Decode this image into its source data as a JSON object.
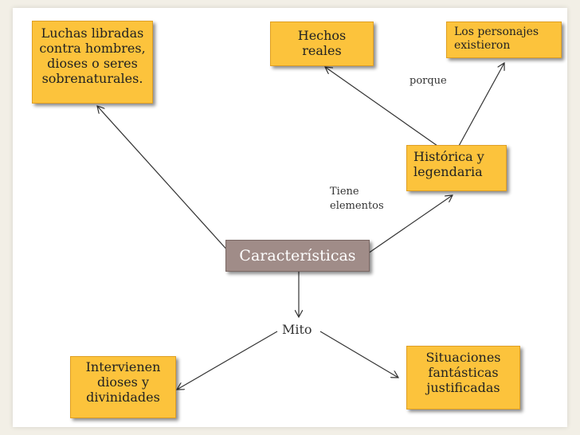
{
  "nodes": {
    "luchas": "Luchas libradas contra hombres, dioses o seres sobrenaturales.",
    "hechos": "Hechos reales",
    "personajes": "Los personajes existieron",
    "historica": "Histórica y legendaria",
    "caracteristicas": "Características",
    "mito": "Mito",
    "intervienen": "Intervienen dioses y divinidades",
    "situaciones": "Situaciones fantásticas justificadas"
  },
  "link_labels": {
    "porque": "porque",
    "tiene_elementos": "Tiene elementos"
  },
  "colors": {
    "node_fill": "#fcc33c",
    "central_fill": "#a08c88",
    "background": "#f2efe6"
  }
}
